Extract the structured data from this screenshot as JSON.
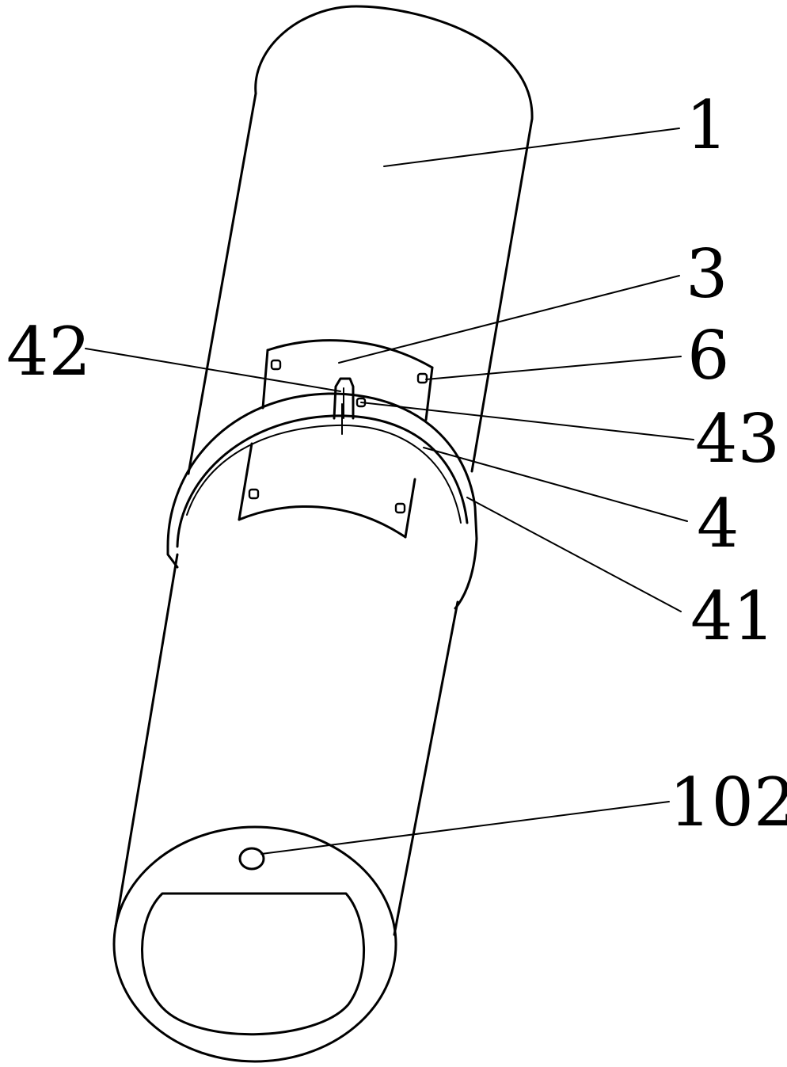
{
  "figure": {
    "labels": [
      {
        "id": "1",
        "text": "1"
      },
      {
        "id": "3",
        "text": "3"
      },
      {
        "id": "6",
        "text": "6"
      },
      {
        "id": "42",
        "text": "42"
      },
      {
        "id": "43",
        "text": "43"
      },
      {
        "id": "4",
        "text": "4"
      },
      {
        "id": "41",
        "text": "41"
      },
      {
        "id": "102",
        "text": "102"
      }
    ]
  }
}
